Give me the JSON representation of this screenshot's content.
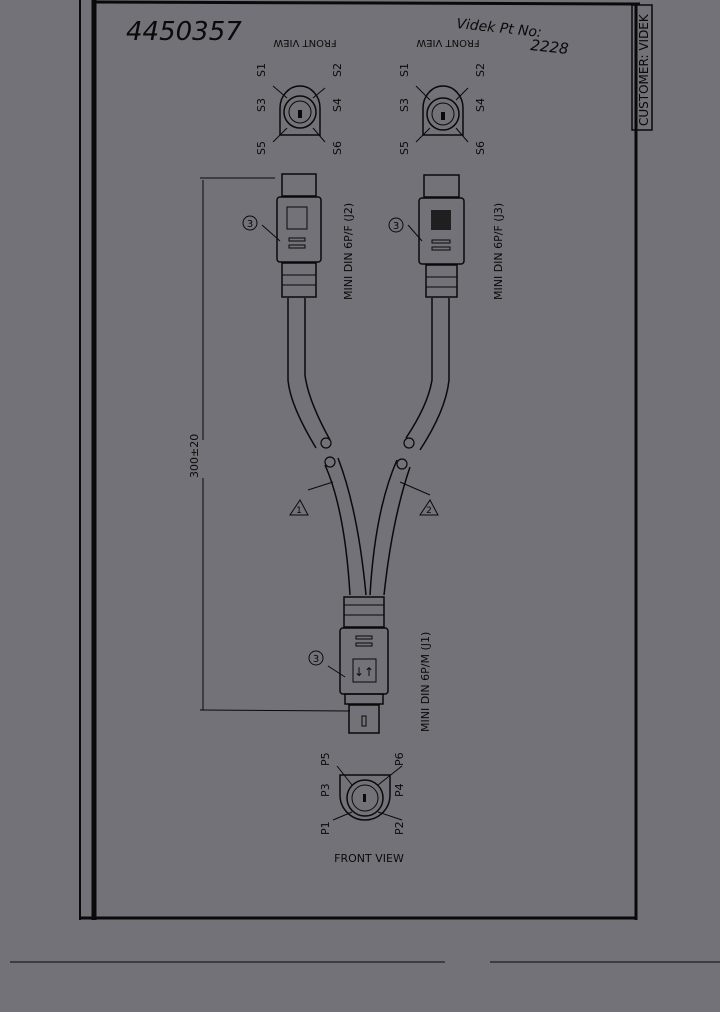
{
  "header": {
    "handwritten_number": "4450357",
    "part_no_label": "Videk Pt No:",
    "part_no_value": "2228",
    "customer": "CUSTOMER: VIDEK"
  },
  "connectors": {
    "j2": {
      "label": "MINI DIN 6P/F (J2)",
      "view": "FRONT VIEW",
      "item": "3",
      "pins": [
        "S1",
        "S2",
        "S3",
        "S4",
        "S5",
        "S6"
      ]
    },
    "j3": {
      "label": "MINI DIN 6P/F (J3)",
      "view": "FRONT VIEW",
      "item": "3",
      "pins": [
        "S1",
        "S2",
        "S3",
        "S4",
        "S5",
        "S6"
      ]
    },
    "j1": {
      "label": "MINI DIN 6P/M (J1)",
      "view": "FRONT VIEW",
      "item": "3",
      "pins": [
        "P1",
        "P2",
        "P3",
        "P4",
        "P5",
        "P6"
      ]
    }
  },
  "cables": {
    "note1": "1",
    "note2": "2"
  },
  "dimension": "300±20",
  "colors": {
    "paper": "#737279",
    "ink": "#0a0a0a"
  }
}
